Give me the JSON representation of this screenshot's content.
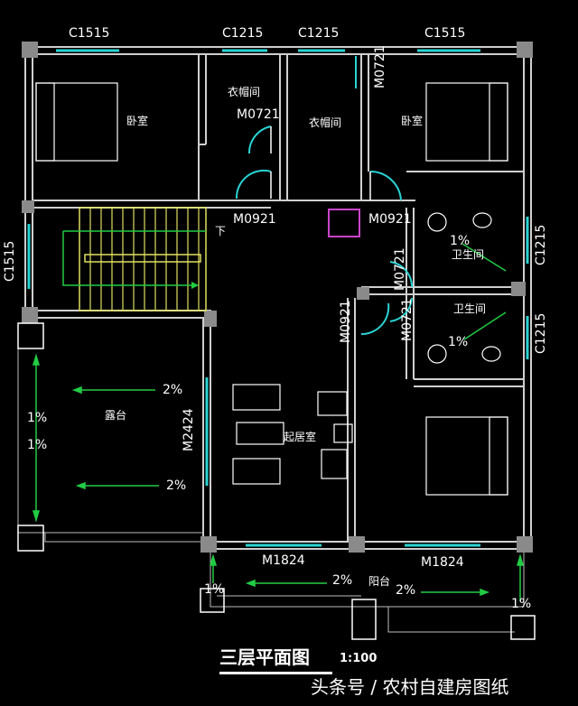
{
  "plan": {
    "title": "三层平面图",
    "scale": "1:100",
    "watermark": "头条号 / 农村自建房图纸",
    "windows": {
      "top_left": "C1515",
      "top_mid_left": "C1215",
      "top_mid_right": "C1215",
      "top_right": "C1515",
      "left_stair": "C1515",
      "right_bath_upper": "C1215",
      "right_bath_lower": "C1215"
    },
    "doors": {
      "closet_left": "M0721",
      "top_right_vertical": "M0721",
      "stair_hall": "M0921",
      "bedroom_right": "M0921",
      "bath_upper": "M0721",
      "bath_lower": "M0721",
      "bedroom_lower": "M0921",
      "living_left": "M2424",
      "balcony_left": "M1824",
      "balcony_right": "M1824"
    },
    "rooms": {
      "bedroom_top_left": "卧室",
      "closet_left": "衣帽间",
      "closet_right": "衣帽间",
      "bedroom_top_right": "卧室",
      "bath_upper": "卫生间",
      "bath_lower": "卫生间",
      "terrace": "露台",
      "living": "起居室",
      "balcony": "阳台",
      "stair_down": "下"
    },
    "slopes": {
      "terrace_upper": "2%",
      "terrace_lower": "2%",
      "terrace_side_1": "1%",
      "terrace_side_2": "1%",
      "bath_upper": "1%",
      "bath_lower": "1%",
      "balcony_mid": "2%",
      "balcony_right": "2%",
      "balcony_left_edge": "1%",
      "balcony_right_edge": "1%"
    }
  }
}
